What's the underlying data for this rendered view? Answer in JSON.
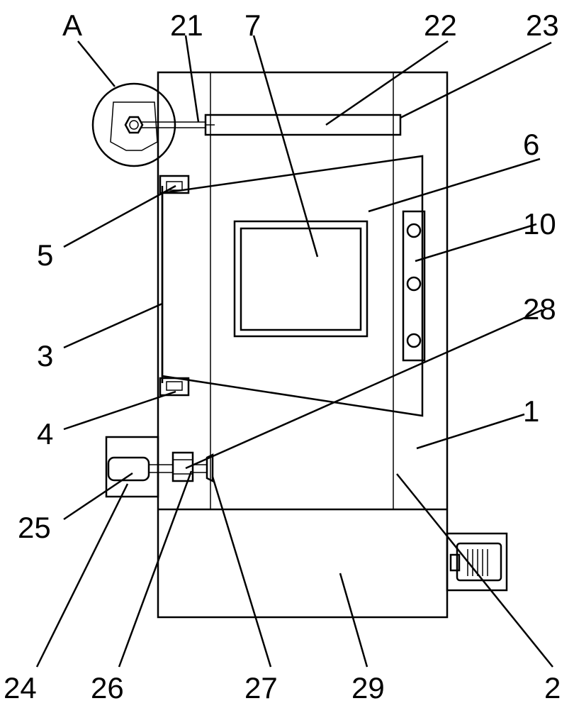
{
  "labels": {
    "A": "A",
    "n21": "21",
    "n7": "7",
    "n22": "22",
    "n23": "23",
    "n6": "6",
    "n5": "5",
    "n10": "10",
    "n28": "28",
    "n3": "3",
    "n4": "4",
    "n1": "1",
    "n25": "25",
    "n24": "24",
    "n26": "26",
    "n27": "27",
    "n29": "29",
    "n2": "2"
  }
}
